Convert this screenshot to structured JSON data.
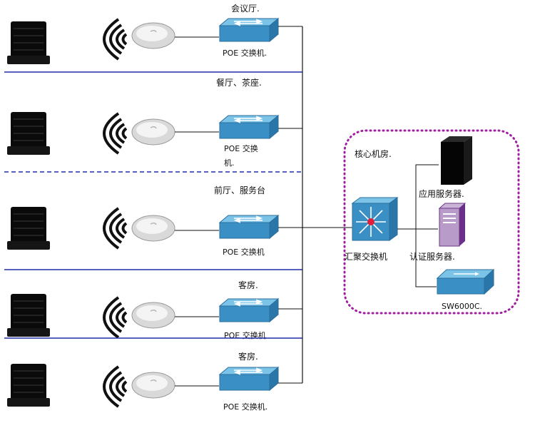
{
  "zones": [
    {
      "label": "会议厅.",
      "switch_label": "POE 交换机."
    },
    {
      "label": "餐厅、茶座.",
      "switch_label_line1": "POE 交换",
      "switch_label_line2": "机."
    },
    {
      "label": "前厅、服务台",
      "switch_label": "POE  交换机"
    },
    {
      "label": "客房.",
      "switch_label": "POE 交换机"
    },
    {
      "label": "客房.",
      "switch_label": "POE 交换机."
    }
  ],
  "core": {
    "title": "核心机房.",
    "agg_switch_label": "汇聚交换机",
    "app_server_label": "应用服务器.",
    "auth_server_label": "认证服务器.",
    "sw_label": "SW6000C."
  },
  "colors": {
    "separator": "#1f2fa8",
    "switch_fill": "#3a8fc4",
    "switch_top": "#7cc3e8",
    "core_border": "#a01ea0",
    "server_purple": "#8a4aa6"
  }
}
